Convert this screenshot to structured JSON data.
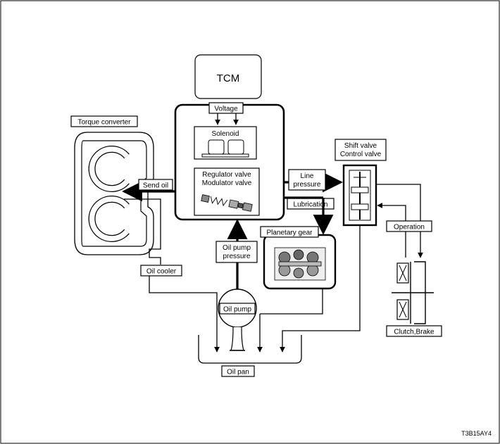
{
  "labels": {
    "tcm": "TCM",
    "voltage": "Voltage",
    "solenoid": "Solenoid",
    "regulator_valve": "Regulator valve",
    "modulator_valve": "Modulator valve",
    "torque_converter": "Torque converter",
    "send_oil": "Send oil",
    "line_pressure_1": "Line",
    "line_pressure_2": "pressure",
    "lubrication": "Lubrication",
    "shift_valve": "Shift valve",
    "control_valve": "Control valve",
    "operation": "Operation",
    "planetary_gear": "Planetary gear",
    "oil_pump_pressure_1": "Oil pump",
    "oil_pump_pressure_2": "pressure",
    "oil_cooler": "Oil cooler",
    "oil_pump": "Oil pump",
    "clutch_brake": "Clutch,Brake",
    "oil_pan": "Oil pan",
    "figure_code": "T3B15AY4"
  }
}
